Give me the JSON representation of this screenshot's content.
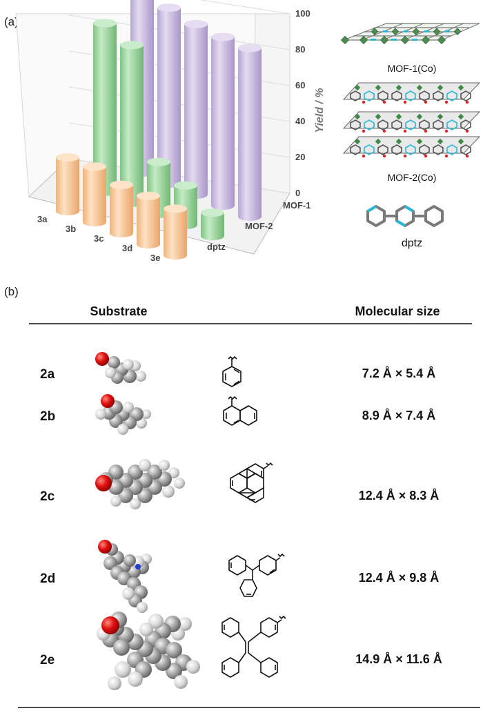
{
  "panel_a_label": "(a)",
  "panel_b_label": "(b)",
  "chart_data": {
    "type": "bar",
    "title": "",
    "ylabel": "Yield / %",
    "ylim": [
      0,
      100
    ],
    "yticks": [
      0,
      20,
      40,
      60,
      80,
      100
    ],
    "categories": [
      "3a",
      "3b",
      "3c",
      "3d",
      "3e"
    ],
    "series": [
      {
        "name": "MOF-1",
        "color": "#c8b8de",
        "values": [
          99,
          98,
          95,
          94,
          94
        ]
      },
      {
        "name": "MOF-2",
        "color": "#98d49a",
        "values": [
          94,
          88,
          29,
          22,
          13
        ]
      },
      {
        "name": "dptz",
        "color": "#f7c896",
        "values": [
          30,
          31,
          27,
          27,
          26
        ]
      }
    ]
  },
  "structures": {
    "mof1_label": "MOF-1(Co)",
    "mof2_label": "MOF-2(Co)",
    "dptz_label": "dptz"
  },
  "table": {
    "header_substrate": "Substrate",
    "header_size": "Molecular size",
    "rows": [
      {
        "id": "2a",
        "size": "7.2 Å × 5.4 Å"
      },
      {
        "id": "2b",
        "size": "8.9 Å × 7.4 Å"
      },
      {
        "id": "2c",
        "size": "12.4 Å × 8.3 Å"
      },
      {
        "id": "2d",
        "size": "12.4 Å × 9.8 Å"
      },
      {
        "id": "2e",
        "size": "14.9 Å × 11.6 Å"
      }
    ]
  }
}
